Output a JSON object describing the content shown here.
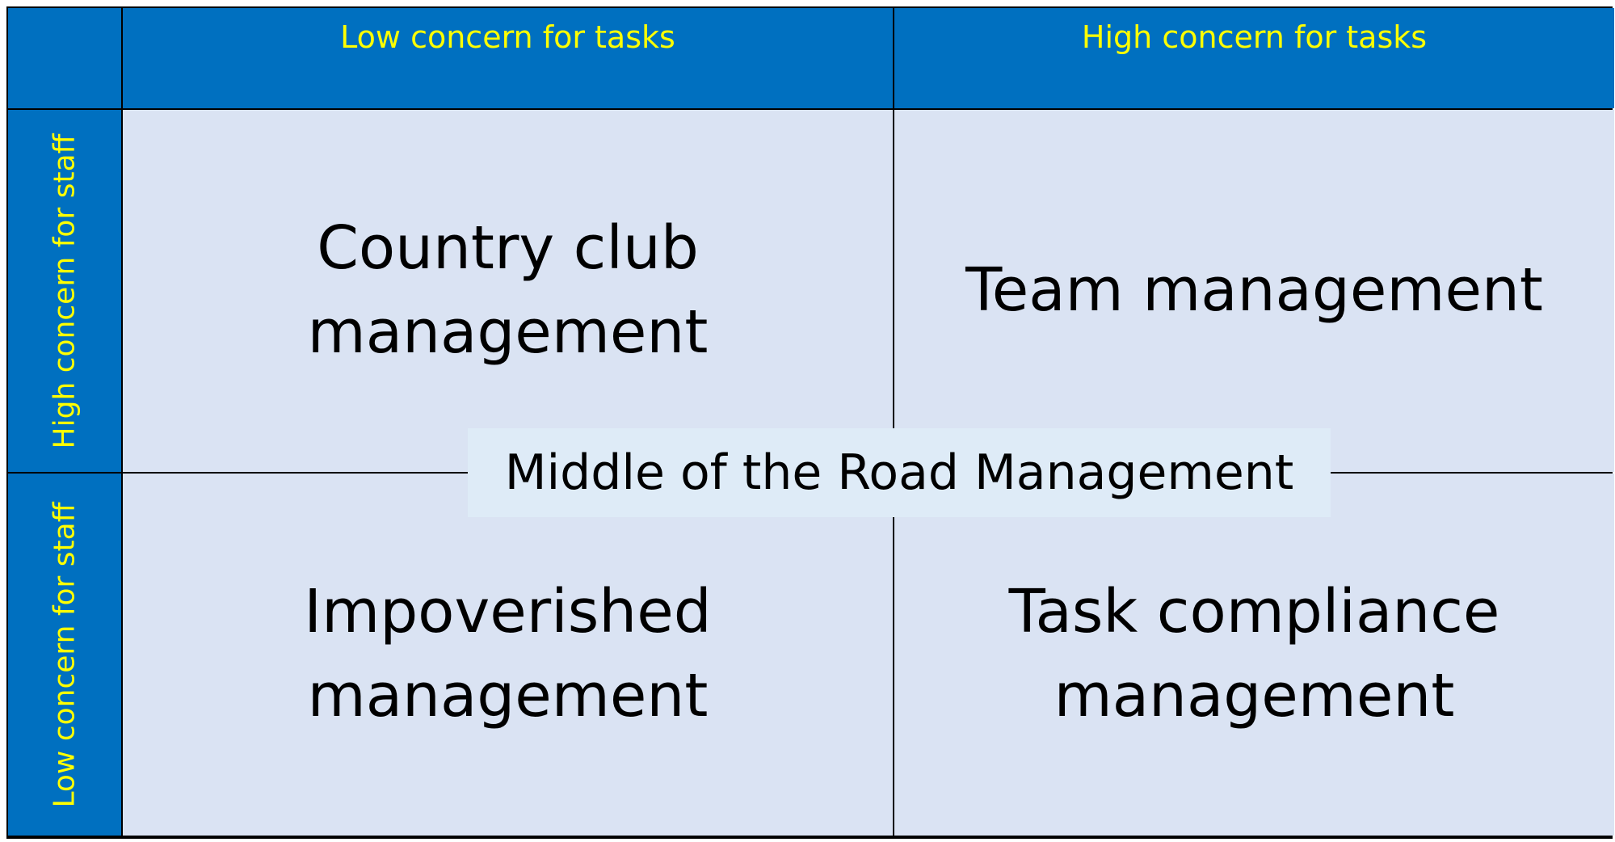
{
  "columns": {
    "low_tasks": "Low concern for tasks",
    "high_tasks": "High concern for tasks"
  },
  "rows": {
    "high_staff": "High concern for staff",
    "low_staff": "Low concern for staff"
  },
  "quadrants": {
    "top_left": "Country club\nmanagement",
    "top_right": "Team management",
    "bottom_left": "Impoverished\nmanagement",
    "bottom_right": "Task compliance\nmanagement"
  },
  "center_label": "Middle of the Road Management",
  "colors": {
    "header_bg": "#0070c0",
    "header_text": "#ffff00",
    "quadrant_bg": "#dae3f3",
    "center_bg": "#deebf7",
    "grid_lines": "#000000"
  }
}
